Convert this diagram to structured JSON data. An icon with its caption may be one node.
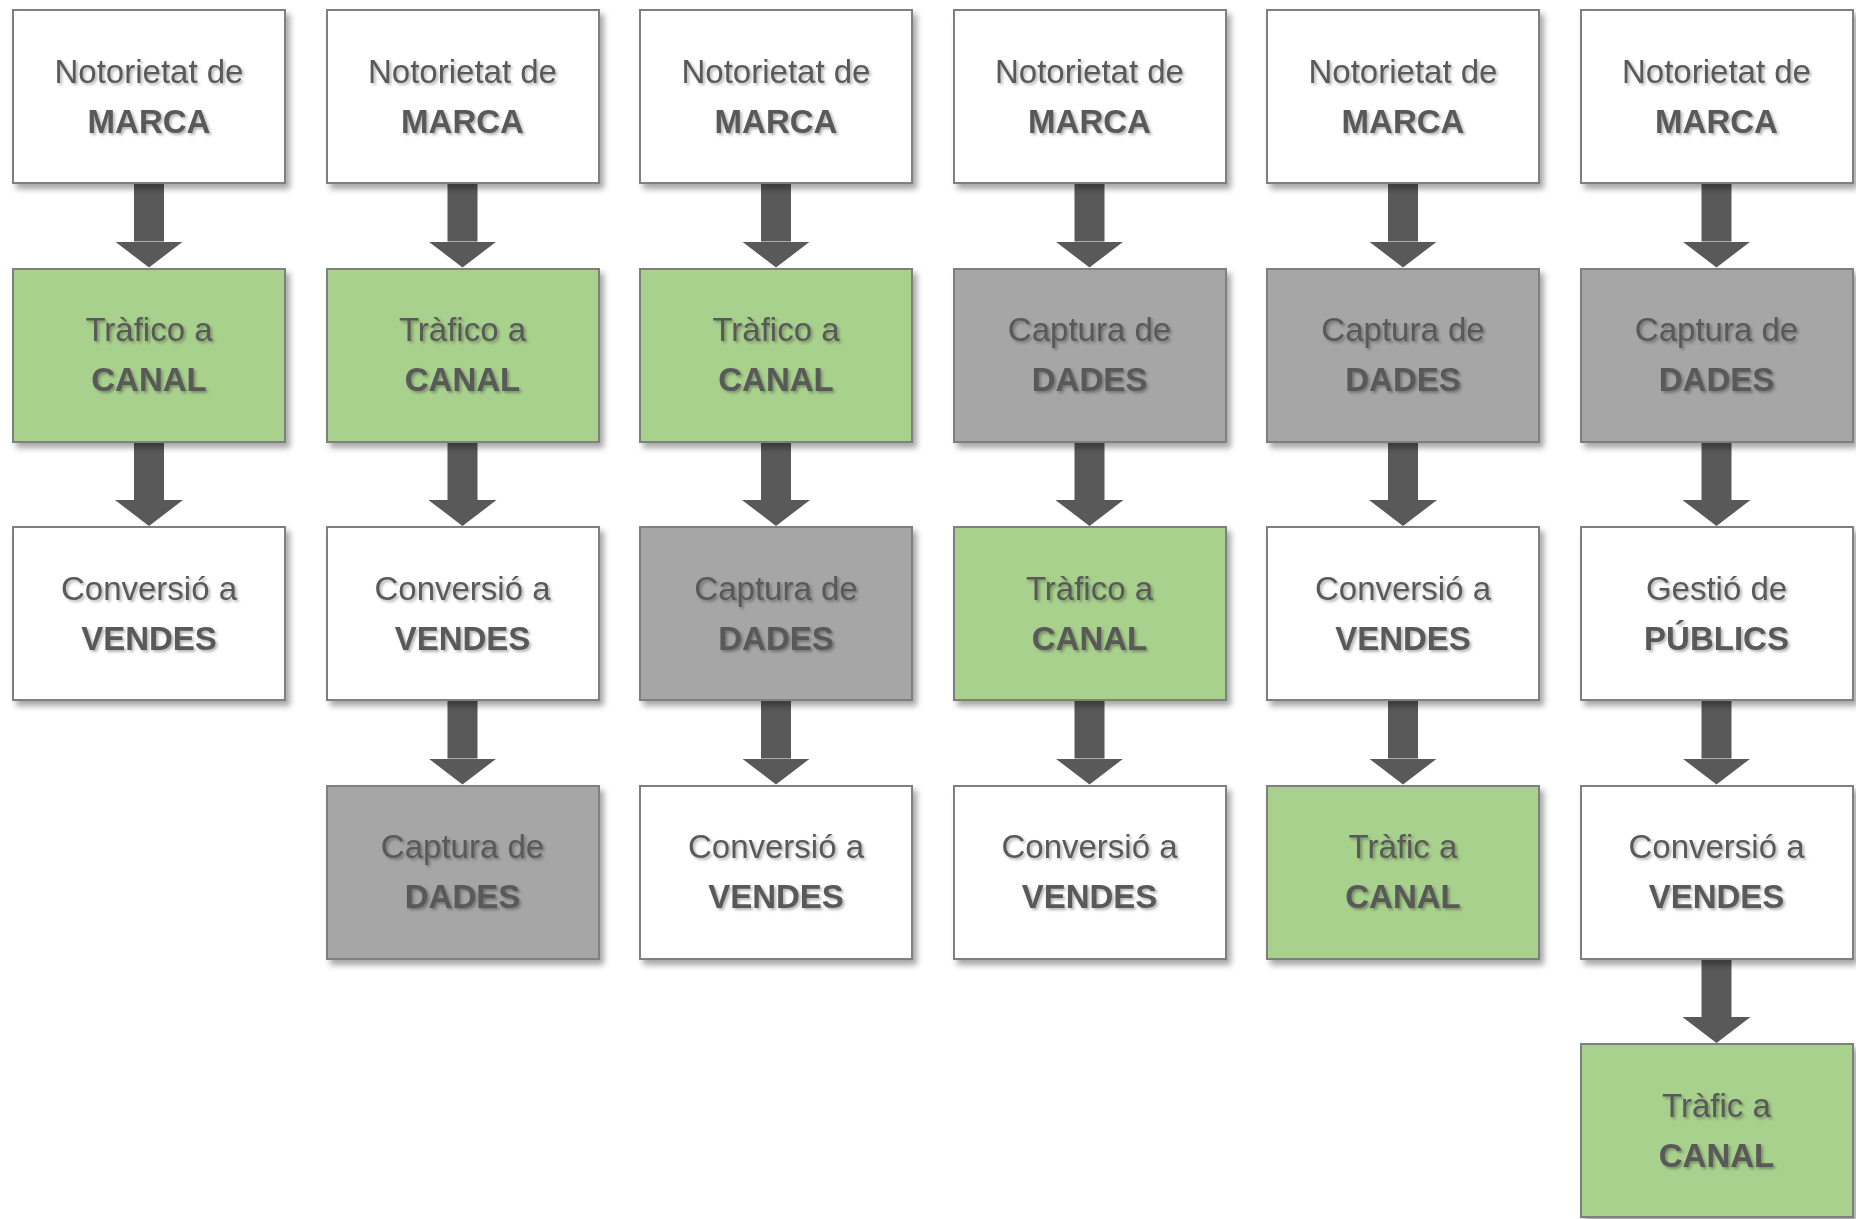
{
  "diagram": {
    "nodes": [
      {
        "text": [
          "Notorietat de",
          "MARCA"
        ]
      },
      {
        "text": [
          "Notorietat de",
          "MARCA"
        ]
      },
      {
        "text": [
          "Notorietat de",
          "MARCA"
        ]
      },
      {
        "text": [
          "Notorietat de",
          "MARCA"
        ]
      },
      {
        "text": [
          "Notorietat de",
          "MARCA"
        ]
      },
      {
        "text": [
          "Notorietat de",
          "MARCA"
        ]
      },
      {
        "text": [
          "Tràfico a",
          "CANAL"
        ]
      },
      {
        "text": [
          "Tràfico a",
          "CANAL"
        ]
      },
      {
        "text": [
          "Tràfico a",
          "CANAL"
        ]
      },
      {
        "text": [
          "Captura de",
          "DADES"
        ]
      },
      {
        "text": [
          "Captura de",
          "DADES"
        ]
      },
      {
        "text": [
          "Captura de",
          "DADES"
        ]
      },
      {
        "text": [
          "Conversió a",
          "VENDES"
        ]
      },
      {
        "text": [
          "Conversió a",
          "VENDES"
        ]
      },
      {
        "text": [
          "Captura de",
          "DADES"
        ]
      },
      {
        "text": [
          "Tràfico a",
          "CANAL"
        ]
      },
      {
        "text": [
          "Conversió a",
          "VENDES"
        ]
      },
      {
        "text": [
          "Gestió de",
          "PÚBLICS"
        ]
      },
      {
        "text": [
          "Captura de",
          "DADES"
        ]
      },
      {
        "text": [
          "Conversió a",
          "VENDES"
        ]
      },
      {
        "text": [
          "Conversió a",
          "VENDES"
        ]
      },
      {
        "text": [
          "Tràfic a",
          "CANAL"
        ]
      },
      {
        "text": [
          "Conversió a",
          "VENDES"
        ]
      },
      {
        "text": [
          "Tràfic a",
          "CANAL"
        ]
      }
    ],
    "edges": [
      {
        "from": 0,
        "to": 6,
        "arrow": "to"
      },
      {
        "from": 1,
        "to": 7,
        "arrow": "to"
      },
      {
        "from": 2,
        "to": 8,
        "arrow": "to"
      },
      {
        "from": 3,
        "to": 9,
        "arrow": "to"
      },
      {
        "from": 4,
        "to": 10,
        "arrow": "to"
      },
      {
        "from": 5,
        "to": 11,
        "arrow": "to"
      },
      {
        "from": 6,
        "to": 12,
        "arrow": "to"
      },
      {
        "from": 7,
        "to": 13,
        "arrow": "to"
      },
      {
        "from": 8,
        "to": 14,
        "arrow": "to"
      },
      {
        "from": 9,
        "to": 15,
        "arrow": "to"
      },
      {
        "from": 10,
        "to": 16,
        "arrow": "to"
      },
      {
        "from": 11,
        "to": 17,
        "arrow": "to"
      },
      {
        "from": 13,
        "to": 18,
        "arrow": "to"
      },
      {
        "from": 14,
        "to": 19,
        "arrow": "to"
      },
      {
        "from": 15,
        "to": 20,
        "arrow": "to"
      },
      {
        "from": 16,
        "to": 21,
        "arrow": "to"
      },
      {
        "from": 17,
        "to": 22,
        "arrow": "to"
      },
      {
        "from": 22,
        "to": 23,
        "arrow": "to"
      }
    ]
  }
}
